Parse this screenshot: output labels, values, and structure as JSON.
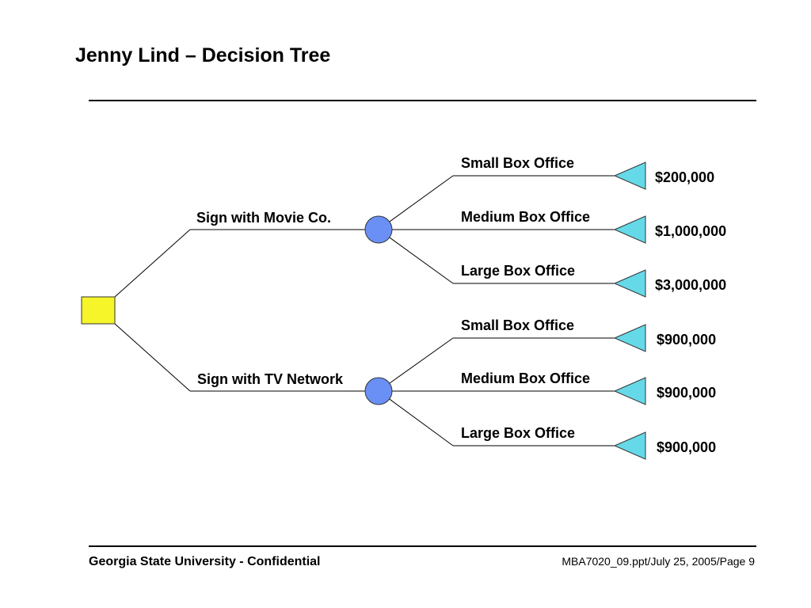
{
  "title": "Jenny Lind – Decision Tree",
  "decision": {
    "options": [
      {
        "label": "Sign with Movie Co.",
        "outcomes": [
          {
            "label": "Small Box Office",
            "payoff": "$200,000"
          },
          {
            "label": "Medium Box Office",
            "payoff": "$1,000,000"
          },
          {
            "label": "Large Box Office",
            "payoff": "$3,000,000"
          }
        ]
      },
      {
        "label": "Sign with TV Network",
        "outcomes": [
          {
            "label": "Small Box Office",
            "payoff": "$900,000"
          },
          {
            "label": "Medium Box Office",
            "payoff": "$900,000"
          },
          {
            "label": "Large Box Office",
            "payoff": "$900,000"
          }
        ]
      }
    ]
  },
  "colors": {
    "decision_node": "#f5f52a",
    "chance_node": "#6a8ff5",
    "terminal_node": "#66d9e8",
    "line": "#000000"
  },
  "footer": {
    "left": "Georgia State University - Confidential",
    "right": "MBA7020_09.ppt/July 25, 2005/Page 9"
  }
}
